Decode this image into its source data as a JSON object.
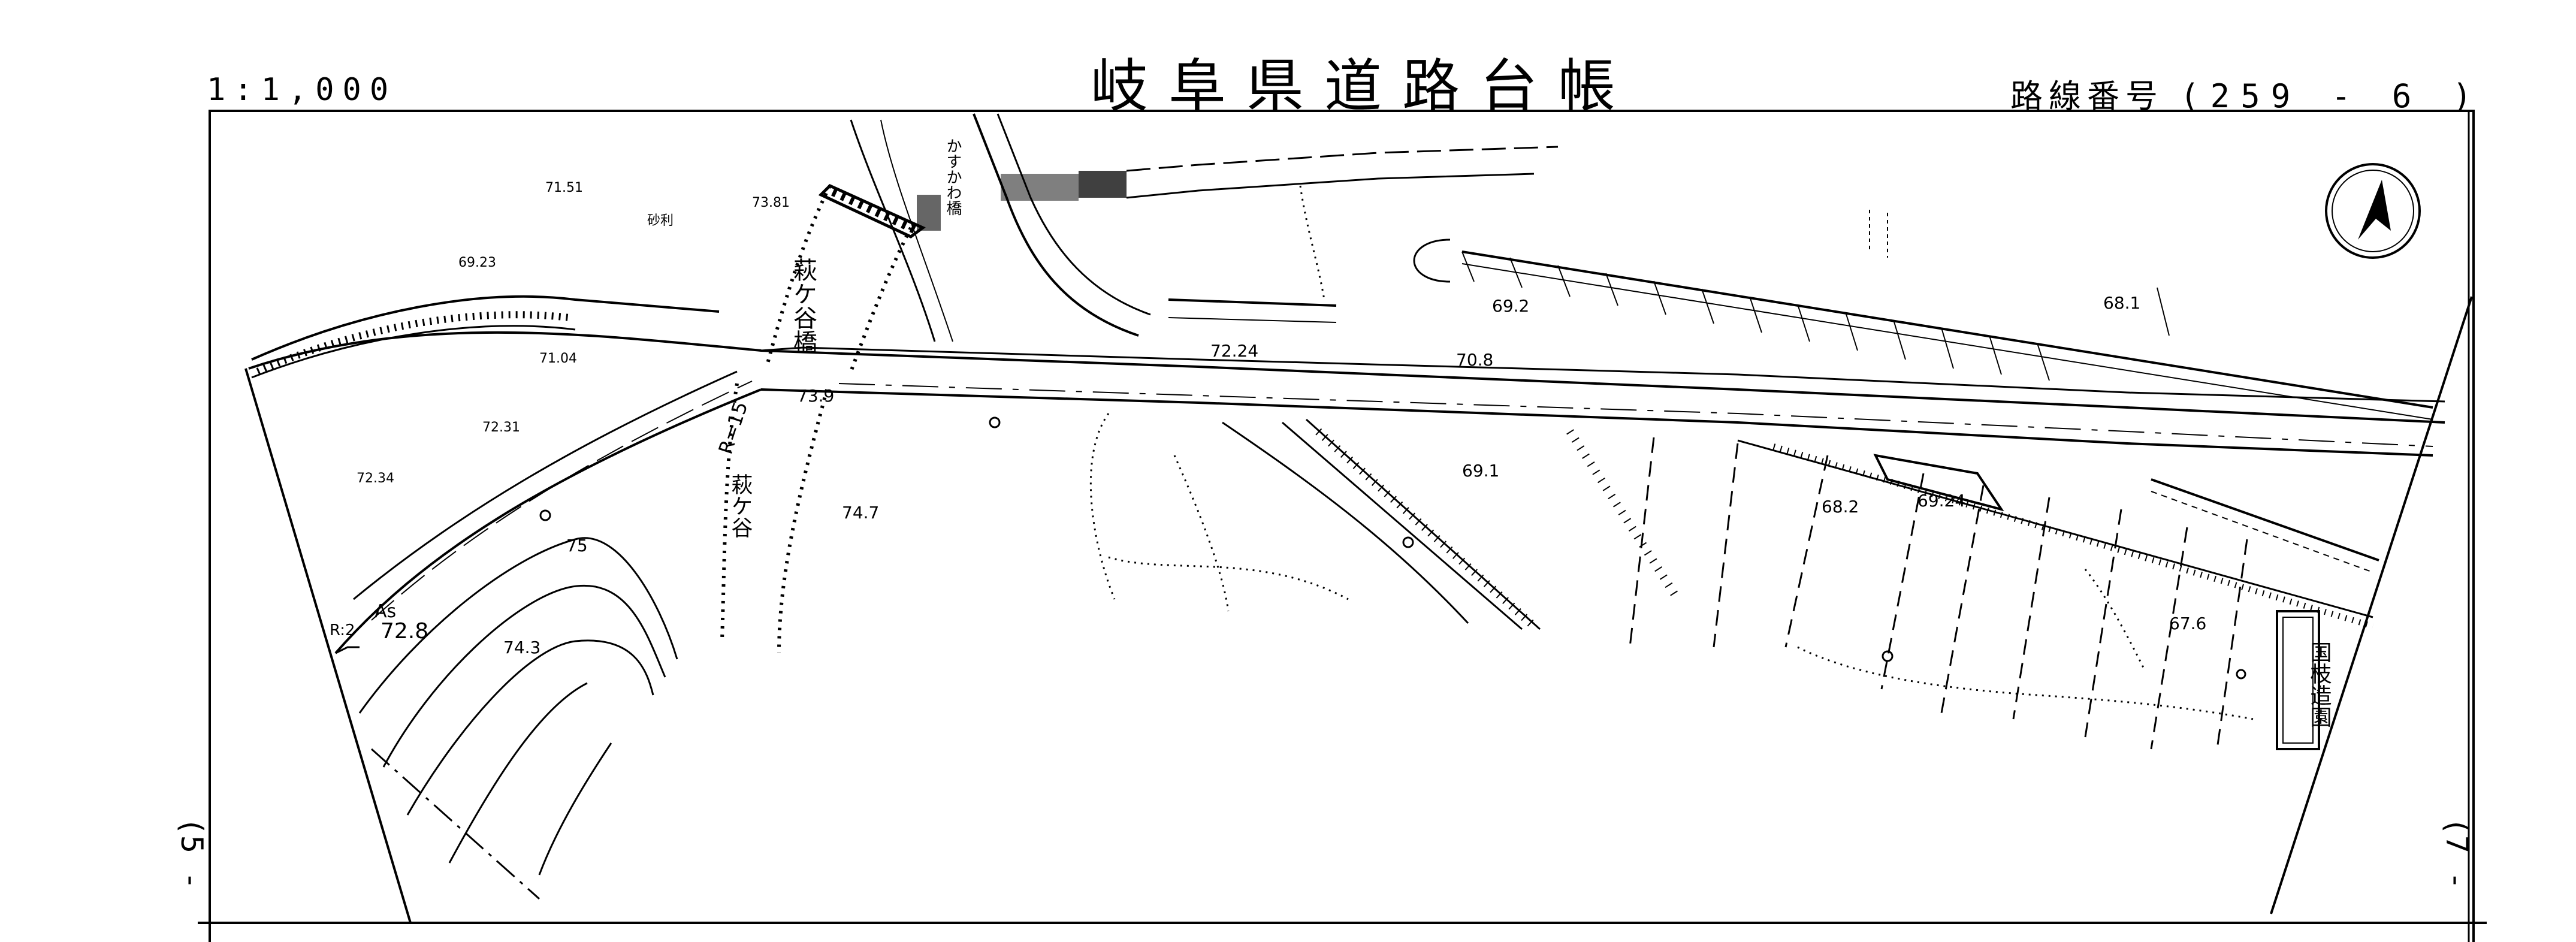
{
  "header": {
    "scale": "1:1,000",
    "title": "岐阜県道路台帳",
    "route_label": "路線番号",
    "route_number": "(259 - 6 )"
  },
  "edges": {
    "left_ref": "(5 -",
    "right_ref": "(7 -"
  },
  "labels": {
    "bridge_name": "萩ケ谷橋",
    "river_name": "萩ケ谷",
    "river_name_kana": "かすかわ橋",
    "park_name": "国枝造園",
    "radius": "R=15",
    "sand_label": "砂利",
    "pavement_as": "As",
    "pavement_r": "R:2"
  },
  "elevations": [
    "71.51",
    "73.81",
    "69.23",
    "71.04",
    "72.31",
    "72.34",
    "72.8",
    "74.3",
    "75",
    "73.9",
    "74.7",
    "72.24",
    "70.8",
    "69.2",
    "69.1",
    "68.2",
    "69.24",
    "68.1",
    "67.6"
  ],
  "icons": {
    "north": "north-arrow-icon"
  }
}
